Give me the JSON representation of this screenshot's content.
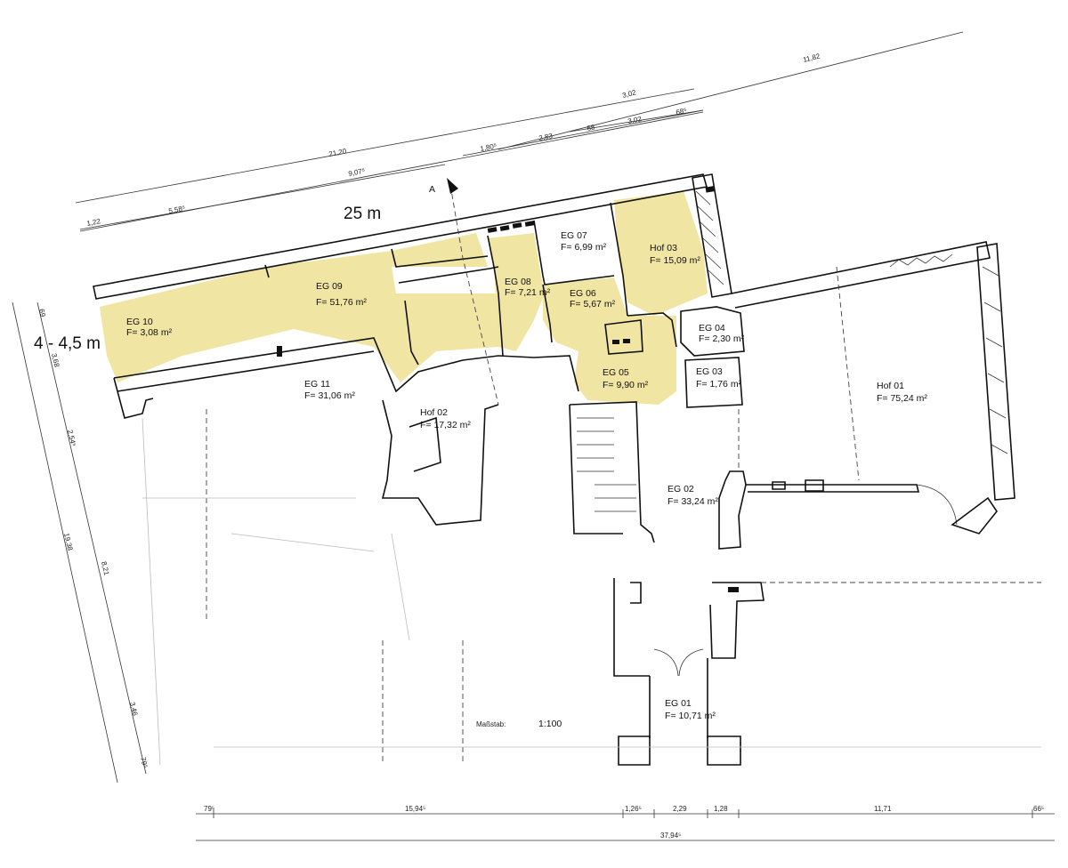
{
  "labels": {
    "section_marker": "A",
    "length_25m": "25 m",
    "width_label": "4 - 4,5 m",
    "scale_caption": "Maßstab:",
    "scale_value": "1:100"
  },
  "rooms": {
    "eg01": {
      "name": "EG 01",
      "area": "F= 10,71 m²"
    },
    "eg02": {
      "name": "EG 02",
      "area": "F= 33,24 m²"
    },
    "eg03": {
      "name": "EG 03",
      "area": "F= 1,76 m²"
    },
    "eg04": {
      "name": "EG 04",
      "area": "F= 2,30 m²"
    },
    "eg05": {
      "name": "EG 05",
      "area": "F= 9,90 m²"
    },
    "eg06": {
      "name": "EG 06",
      "area": "F= 5,67 m²"
    },
    "eg07": {
      "name": "EG 07",
      "area": "F= 6,99 m²"
    },
    "eg08": {
      "name": "EG 08",
      "area": "F= 7,21 m²"
    },
    "eg09": {
      "name": "EG 09",
      "area": "F= 51,76 m²"
    },
    "eg10": {
      "name": "EG 10",
      "area": "F= 3,08 m²"
    },
    "eg11": {
      "name": "EG 11",
      "area": "F= 31,06 m²"
    },
    "hof01": {
      "name": "Hof 01",
      "area": "F= 75,24 m²"
    },
    "hof02": {
      "name": "Hof 02",
      "area": "F= 17,32 m²"
    },
    "hof03": {
      "name": "Hof 03",
      "area": "F= 15,09 m²"
    }
  },
  "dimensions": {
    "top_overall": "11,82",
    "top_row2": "3,02",
    "top_row3": {
      "a": "1,80⁵",
      "b": "2,83",
      "c": "68",
      "d": "3,02",
      "e": "68⁵"
    },
    "top_long": "21,20",
    "top_mid": "9,07⁵",
    "top_low": {
      "a": "1,22",
      "b": "5,58⁵"
    },
    "left_outer": {
      "a": "69",
      "b": "3,68",
      "c": "2,54⁵",
      "d": "19,38",
      "e": "8,21",
      "f": "3,46",
      "g": "79⁵"
    },
    "bottom_row": {
      "a": "79⁵",
      "b": "15,94⁵",
      "c": "1,26⁵",
      "d": "2,29",
      "e": "1,28",
      "f": "11,71",
      "g": "66⁵"
    },
    "bottom_total": "37,94⁵"
  },
  "colors": {
    "highlight": "#efe49e",
    "line": "#111111"
  }
}
